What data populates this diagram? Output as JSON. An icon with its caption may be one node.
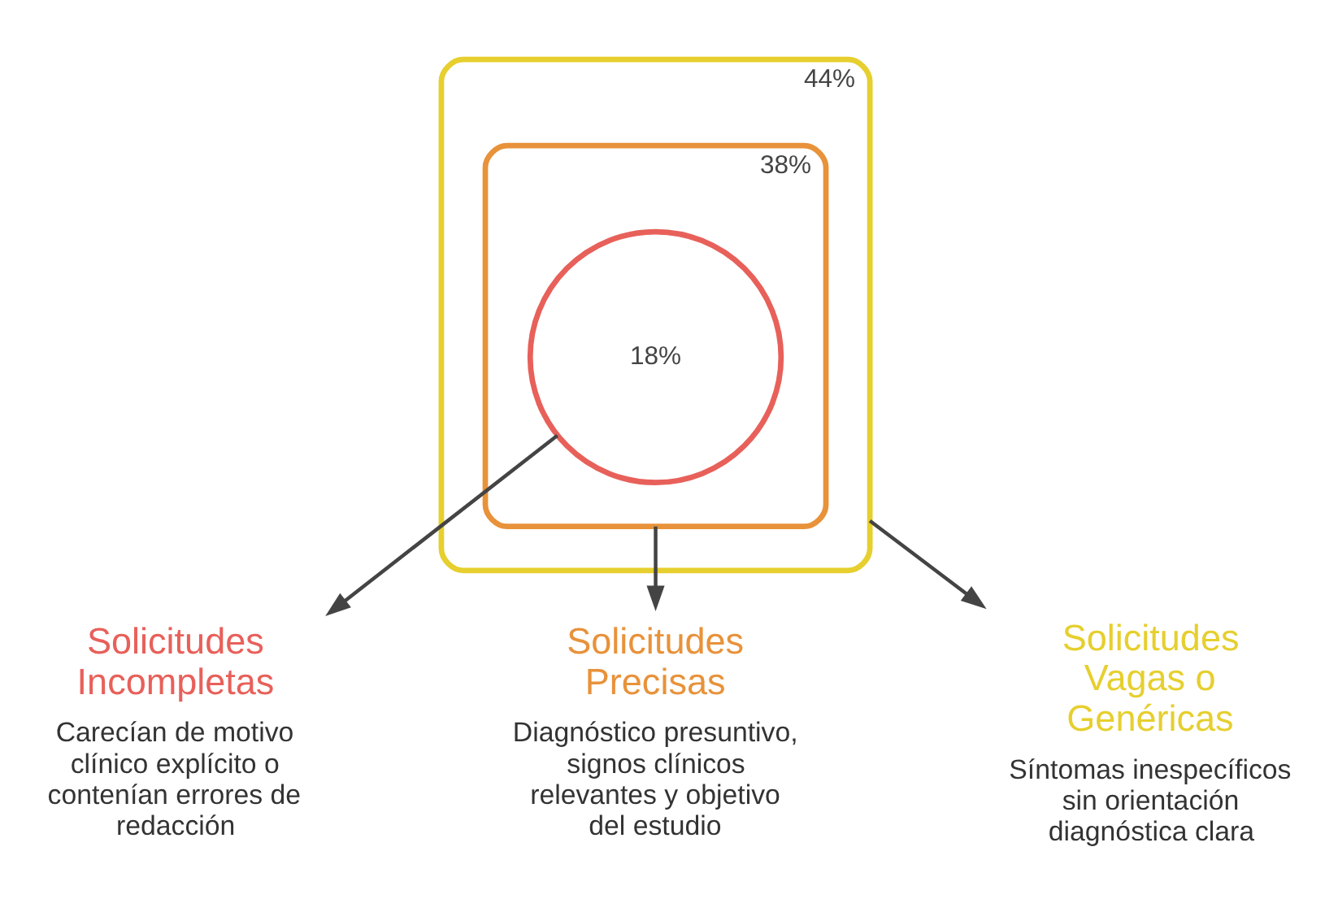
{
  "diagram": {
    "nodes": [
      {
        "text": [
          "44%"
        ]
      },
      {
        "text": [
          "38%"
        ],
        "in": 0
      },
      {
        "text": [
          "18%"
        ],
        "in": 1
      },
      {
        "text": [
          "Solicitudes Incompletas",
          "Carecían de motivo clínico explícito o contenían errores de redacción"
        ]
      },
      {
        "text": [
          "Solicitudes Precisas",
          "Diagnóstico presuntivo, signos clínicos relevantes y objetivo del estudio"
        ]
      },
      {
        "text": [
          "Solicitudes Vagas o Genéricas",
          "Síntomas inespecíficos sin orientación diagnóstica clara"
        ]
      }
    ],
    "edges": [
      {
        "from": 2,
        "to": 3,
        "arrow": "to"
      },
      {
        "from": 1,
        "to": 4,
        "arrow": "to"
      },
      {
        "from": 0,
        "to": 5,
        "arrow": "to"
      }
    ]
  }
}
